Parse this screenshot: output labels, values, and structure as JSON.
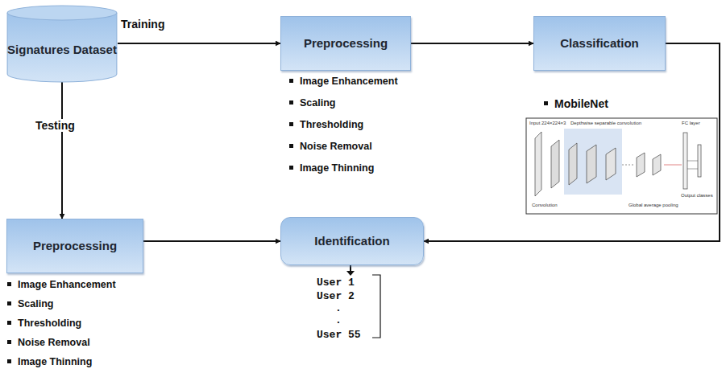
{
  "diagram": {
    "nodes": [
      {
        "text": [
          "Signatures Dataset"
        ]
      },
      {
        "text": [
          "Preprocessing"
        ]
      },
      {
        "text": [
          "Classification"
        ]
      },
      {
        "text": [
          "Preprocessing"
        ]
      },
      {
        "text": [
          "Identification"
        ]
      }
    ],
    "edges": [
      {
        "from": 0,
        "to": 1,
        "label": "Training",
        "arrow": "to"
      },
      {
        "from": 0,
        "to": 3,
        "label": "Testing",
        "arrow": "to"
      },
      {
        "from": 1,
        "to": 2,
        "arrow": "to"
      },
      {
        "from": 2,
        "to": 4,
        "arrow": "to"
      },
      {
        "from": 3,
        "to": 4,
        "arrow": "to"
      }
    ],
    "labels": [
      "Image Enhancement",
      "Scaling",
      "Thresholding",
      "Noise Removal",
      "Image Thinning",
      "MobileNet",
      "Input 224×224×3",
      "Depthwise separable convolution",
      "Convolution",
      "Global average pooling",
      "FC layer",
      "Output classes",
      "Image Enhancement",
      "Scaling",
      "Thresholding",
      "Noise Removal",
      "Image Thinning",
      "User 1",
      "User 2",
      ".",
      ".",
      "User 55"
    ]
  }
}
